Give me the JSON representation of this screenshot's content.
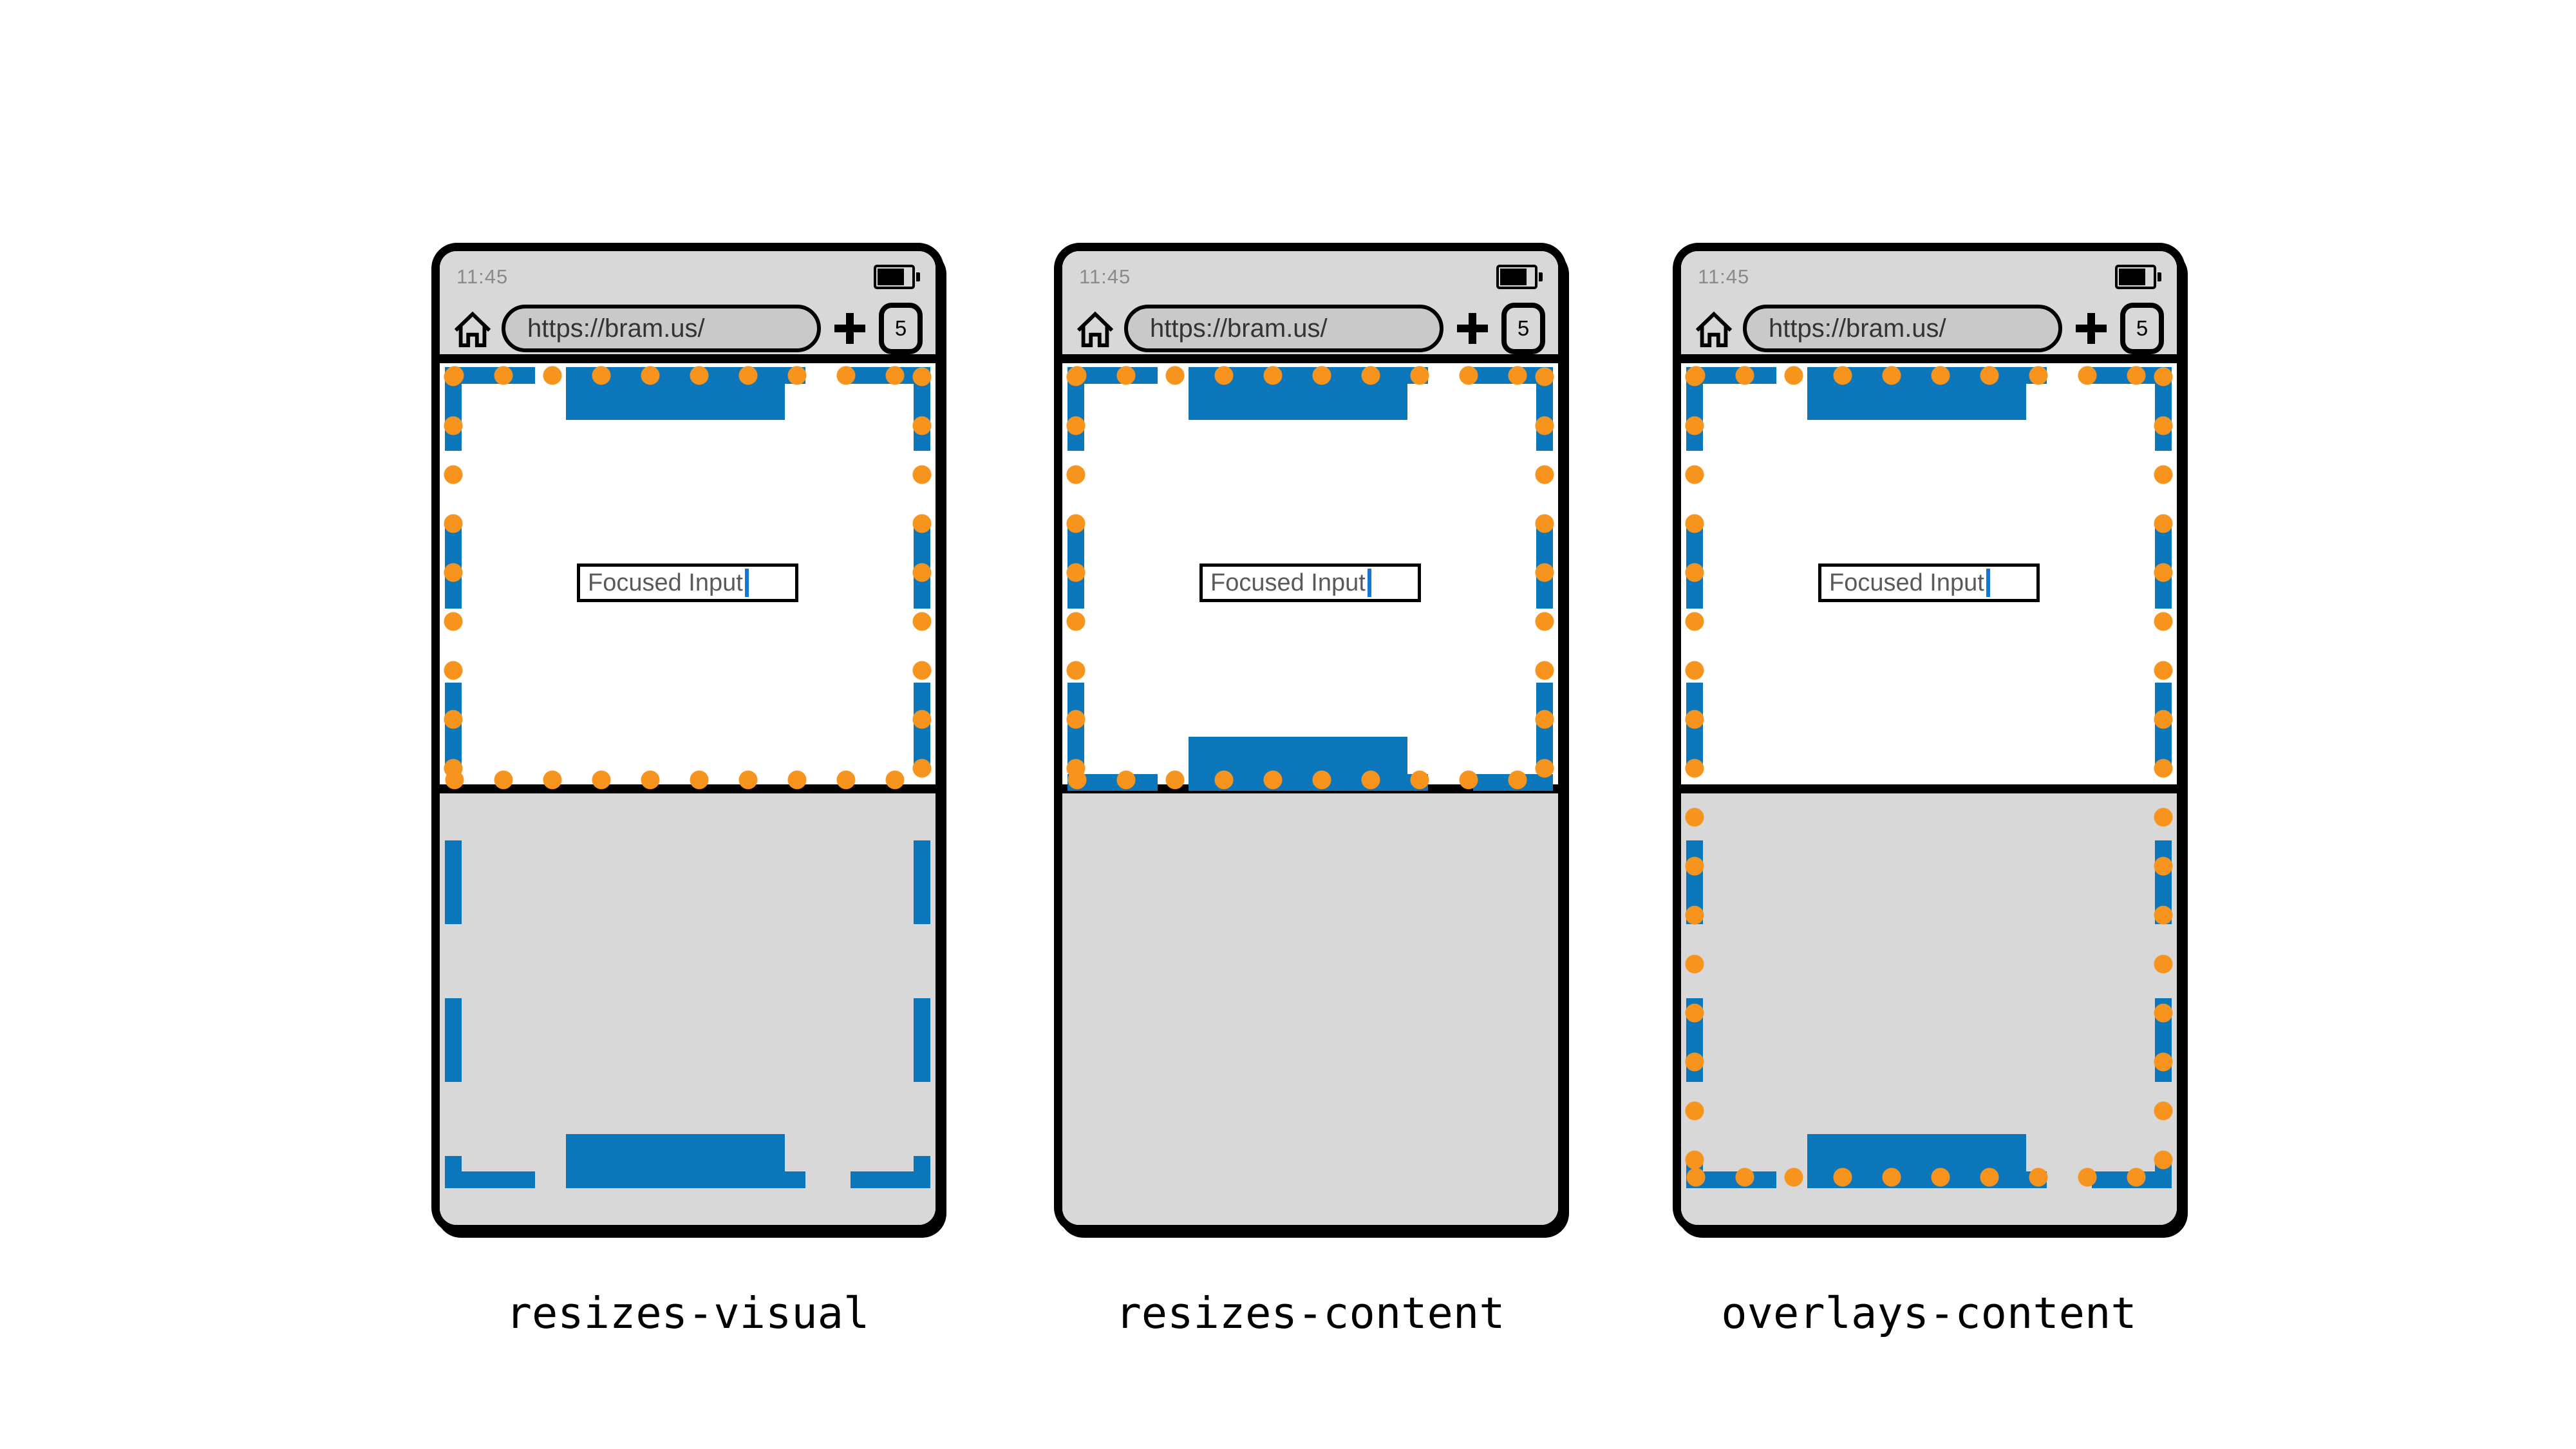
{
  "chrome": {
    "time": "11:45",
    "url": "https://bram.us/",
    "tab_count": "5"
  },
  "page": {
    "input_value": "Focused Input"
  },
  "phones": [
    {
      "label": "resizes-visual"
    },
    {
      "label": "resizes-content"
    },
    {
      "label": "overlays-content"
    }
  ],
  "colors": {
    "blue": "#0b76ba",
    "orange": "#f7941e",
    "chrome-gray": "#d8d8d8",
    "keyboard-gray": "#d8d8d8",
    "pill-gray": "#c9c9c9",
    "caret-blue": "#1478d1",
    "time-gray": "#8a8a8a",
    "url-text": "#333333",
    "input-text": "#5a5a5a"
  }
}
